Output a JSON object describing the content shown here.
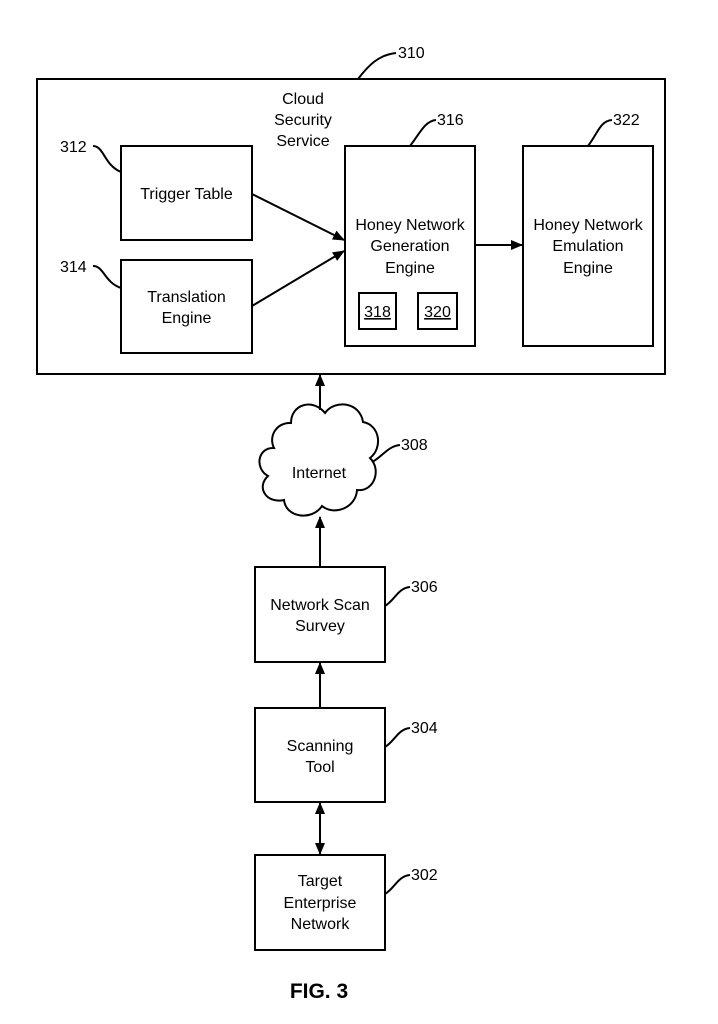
{
  "cloud_security_service": {
    "ref": "310",
    "title_lines": [
      "Cloud",
      "Security",
      "Service"
    ]
  },
  "trigger_table": {
    "ref": "312",
    "lines": [
      "Trigger Table"
    ]
  },
  "translation_engine": {
    "ref": "314",
    "lines": [
      "Translation",
      "Engine"
    ]
  },
  "honey_network_generation_engine": {
    "ref": "316",
    "lines": [
      "Honey Network",
      "Generation",
      "Engine"
    ],
    "sub_components": [
      "318",
      "320"
    ]
  },
  "honey_network_emulation_engine": {
    "ref": "322",
    "lines": [
      "Honey Network",
      "Emulation",
      "Engine"
    ]
  },
  "internet": {
    "ref": "308",
    "label": "Internet"
  },
  "network_scan_survey": {
    "ref": "306",
    "lines": [
      "Network Scan",
      "Survey"
    ]
  },
  "scanning_tool": {
    "ref": "304",
    "lines": [
      "Scanning",
      "Tool"
    ]
  },
  "target_enterprise_network": {
    "ref": "302",
    "lines": [
      "Target",
      "Enterprise",
      "Network"
    ]
  },
  "figure_caption": "FIG. 3"
}
